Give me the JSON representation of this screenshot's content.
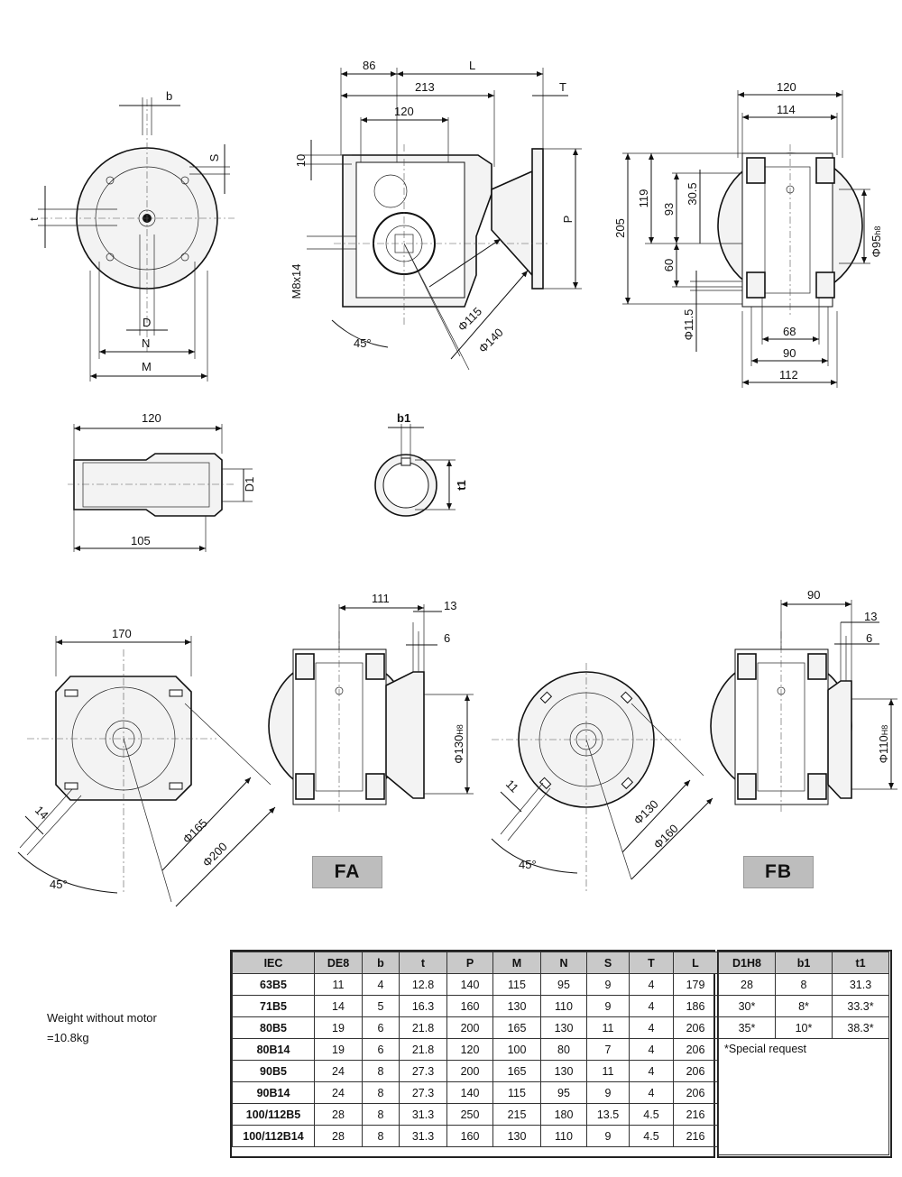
{
  "views": {
    "front_view": {
      "b": "b",
      "S": "S",
      "t": "t",
      "D": "D",
      "N": "N",
      "M": "M"
    },
    "side_view": {
      "d86": "86",
      "L": "L",
      "d213": "213",
      "T": "T",
      "d120": "120",
      "d10": "10",
      "P": "P",
      "thread": "M8x14",
      "angle": "45°",
      "phi115": "Φ115",
      "phi140": "Φ140"
    },
    "right_view": {
      "d120": "120",
      "d114": "114",
      "d205": "205",
      "d119": "119",
      "d93": "93",
      "d30_5": "30.5",
      "d60": "60",
      "phi11_5": "Φ11.5",
      "phi95": "Φ95",
      "phi95_tol": "h8",
      "d68": "68",
      "d90": "90",
      "d112": "112"
    },
    "shaft_view": {
      "d120": "120",
      "D1": "D1",
      "d105": "105"
    },
    "bore_view": {
      "b1": "b1",
      "t1": "t1"
    },
    "fa_flange": {
      "d170": "170",
      "d14": "14",
      "angle": "45°",
      "phi165": "Φ165",
      "phi200": "Φ200"
    },
    "fa_side": {
      "d111": "111",
      "d13": "13",
      "d6": "6",
      "phi130": "Φ130",
      "phi130_tol": "H8"
    },
    "fb_flange": {
      "d11": "11",
      "angle": "45°",
      "phi130": "Φ130",
      "phi160": "Φ160"
    },
    "fb_side": {
      "d90": "90",
      "d13": "13",
      "d6": "6",
      "phi110": "Φ110",
      "phi110_tol": "H8"
    }
  },
  "labels": {
    "fa": "FA",
    "fb": "FB"
  },
  "weight": {
    "line1": "Weight without motor",
    "line2": "=10.8kg"
  },
  "main_table": {
    "headers": [
      "IEC",
      "DE8",
      "b",
      "t",
      "P",
      "M",
      "N",
      "S",
      "T",
      "L"
    ],
    "rows": [
      [
        "63B5",
        "11",
        "4",
        "12.8",
        "140",
        "115",
        "95",
        "9",
        "4",
        "179"
      ],
      [
        "71B5",
        "14",
        "5",
        "16.3",
        "160",
        "130",
        "110",
        "9",
        "4",
        "186"
      ],
      [
        "80B5",
        "19",
        "6",
        "21.8",
        "200",
        "165",
        "130",
        "11",
        "4",
        "206"
      ],
      [
        "80B14",
        "19",
        "6",
        "21.8",
        "120",
        "100",
        "80",
        "7",
        "4",
        "206"
      ],
      [
        "90B5",
        "24",
        "8",
        "27.3",
        "200",
        "165",
        "130",
        "11",
        "4",
        "206"
      ],
      [
        "90B14",
        "24",
        "8",
        "27.3",
        "140",
        "115",
        "95",
        "9",
        "4",
        "206"
      ],
      [
        "100/112B5",
        "28",
        "8",
        "31.3",
        "250",
        "215",
        "180",
        "13.5",
        "4.5",
        "216"
      ],
      [
        "100/112B14",
        "28",
        "8",
        "31.3",
        "160",
        "130",
        "110",
        "9",
        "4.5",
        "216"
      ]
    ]
  },
  "side_table": {
    "headers": [
      "D1H8",
      "b1",
      "t1"
    ],
    "rows": [
      [
        "28",
        "8",
        "31.3"
      ],
      [
        "30*",
        "8*",
        "33.3*"
      ],
      [
        "35*",
        "10*",
        "38.3*"
      ]
    ],
    "note": "*Special request"
  }
}
